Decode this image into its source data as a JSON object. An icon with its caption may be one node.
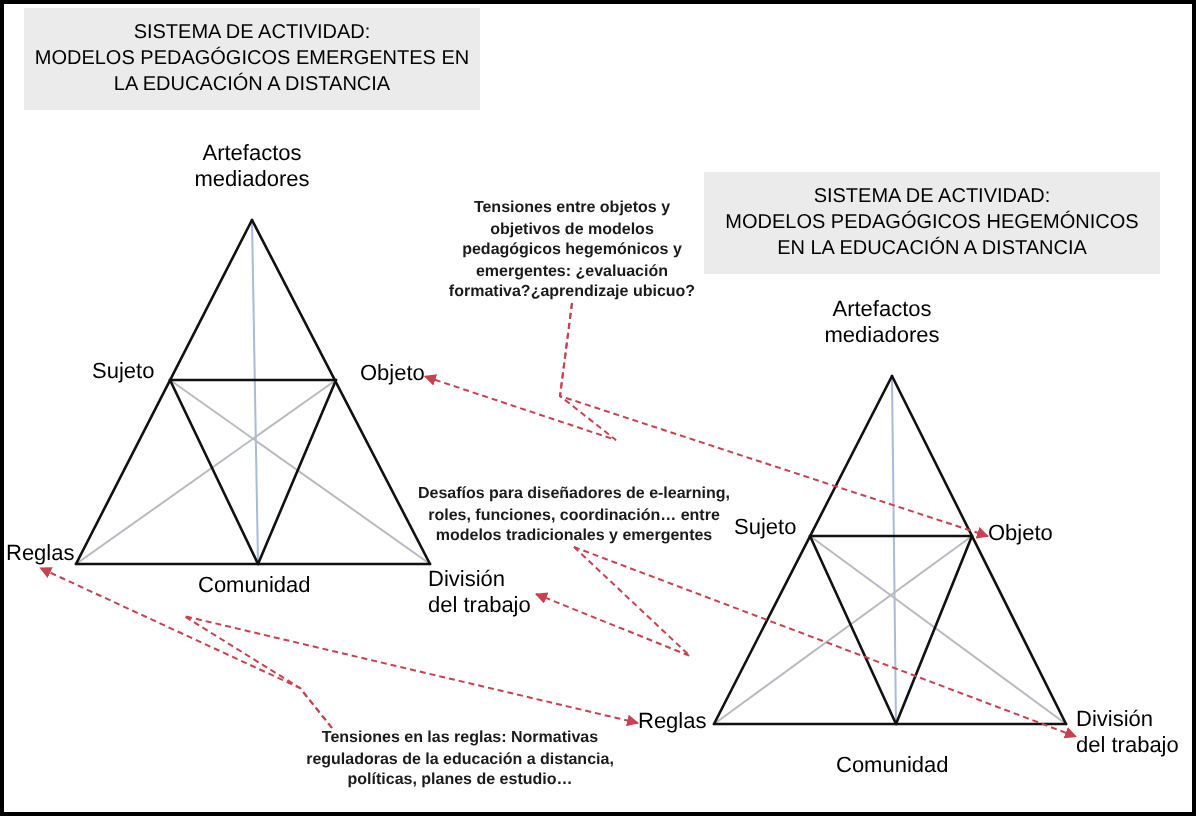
{
  "diagram": {
    "nodes": [
      {
        "text": [
          "SISTEMA DE ACTIVIDAD:",
          "MODELOS PEDAGÓGICOS EMERGENTES EN LA EDUCACIÓN A DISTANCIA"
        ]
      },
      {
        "text": [
          "Tensiones entre objetos y objetivos de modelos pedagógicos hegemónicos y emergentes: ¿evaluación formativa?¿aprendizaje ubicuo?"
        ]
      },
      {
        "text": [
          "SISTEMA DE ACTIVIDAD:",
          "MODELOS PEDAGÓGICOS HEGEMÓNICOS EN LA EDUCACIÓN A DISTANCIA"
        ]
      },
      {
        "text": [
          "Objeto"
        ]
      },
      {
        "text": [
          "Desafíos para diseñadores de e-learning, roles, funciones, coordinación… entre modelos tradicionales y emergentes"
        ]
      },
      {
        "text": [
          "Objeto"
        ]
      },
      {
        "text": [
          "Reglas"
        ]
      },
      {
        "text": [
          "División del trabajo"
        ]
      },
      {
        "text": [
          "Reglas"
        ]
      },
      {
        "text": [
          "División del trabajo"
        ]
      },
      {
        "text": [
          "Tensiones en las reglas: Normativas reguladoras de la educación a distancia, políticas, planes de estudio…"
        ]
      }
    ],
    "edges": [
      {
        "from": 1,
        "to": 3,
        "arrow": "to",
        "style": "dashed"
      },
      {
        "from": 1,
        "to": 5,
        "arrow": "to",
        "style": "dashed"
      },
      {
        "from": 4,
        "to": 7,
        "arrow": "to",
        "style": "dashed"
      },
      {
        "from": 4,
        "to": 9,
        "arrow": "to",
        "style": "dashed"
      },
      {
        "from": 10,
        "to": 6,
        "arrow": "to",
        "style": "dashed"
      },
      {
        "from": 10,
        "to": 8,
        "arrow": "to",
        "style": "dashed"
      }
    ],
    "labels": [
      "Artefactos mediadores",
      "Artefactos mediadores",
      "Sujeto",
      "Sujeto",
      "Comunidad",
      "Comunidad"
    ]
  }
}
